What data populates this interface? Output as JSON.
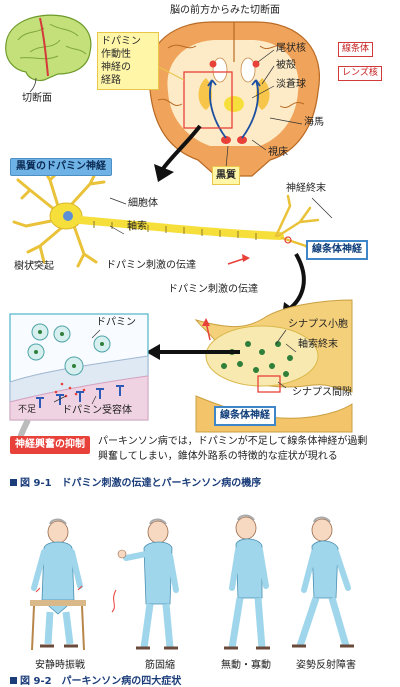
{
  "figure1": {
    "front_view_title": "脳の前方からみた切断面",
    "section_label": "切断面",
    "pathway_label_line1": "ドパミン",
    "pathway_label_line2": "作動性",
    "pathway_label_line3": "神経の",
    "pathway_label_line4": "経路",
    "caudate": "尾状核",
    "putamen": "被殻",
    "globus_pallidus": "淡蒼球",
    "striatum": "線条体",
    "lentiform": "レンズ核",
    "hippocampus": "海馬",
    "thalamus": "視床",
    "substantia_nigra": "黒質",
    "nigral_neuron": "黒質のドパミン神経",
    "cell_body": "細胞体",
    "axon": "軸索",
    "nerve_terminal": "神経終末",
    "dendrite": "樹状突起",
    "dopamine_transmission": "ドパミン刺激の伝達",
    "striatal_neuron": "線条体神経",
    "dopamine_transmission_2": "ドパミン刺激の伝達",
    "synaptic_vesicle": "シナプス小胞",
    "axon_terminal": "軸索終末",
    "synaptic_cleft": "シナプス間隙",
    "striatal_neuron_2": "線条体神経",
    "dopamine": "ドパミン",
    "deficiency": "不足",
    "dopamine_receptor": "ドパミン受容体",
    "suppression_label": "神経興奮の抑制",
    "description_line1": "パーキンソン病では，ドパミンが不足して線条体神経が過剰",
    "description_line2": "興奮してしまい，錐体外路系の特徴的な症状が現れる",
    "caption": "図 9-1　ドパミン刺激の伝達とパーキンソン病の機序"
  },
  "figure2": {
    "symptoms": [
      "安静時振戦",
      "筋固縮",
      "無動・寡動",
      "姿勢反射障害"
    ],
    "caption": "図 9-2　パーキンソン病の四大症状"
  },
  "colors": {
    "brain_orange": "#f0a35a",
    "white_matter": "#fdebc7",
    "neuron_yellow": "#f6df3a",
    "accent_red": "#e8413a",
    "label_blue": "#6fb3e6",
    "caption_navy": "#1b3d7a",
    "patient_blue": "#9fd6ec"
  }
}
